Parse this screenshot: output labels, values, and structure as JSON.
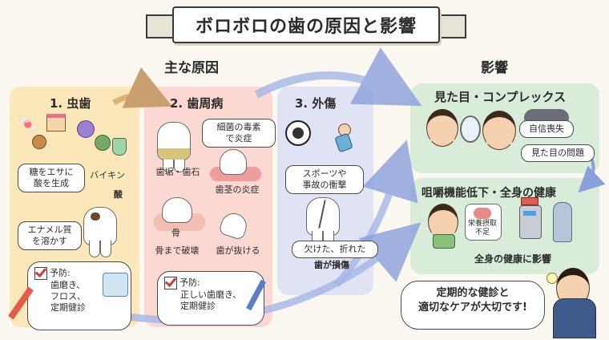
{
  "title": "ボロボロの歯の原因と影響",
  "causes_header": "主な原因",
  "effects_header": "影響",
  "causes": [
    {
      "title": "1. 虫歯",
      "bubble1": [
        "糖をエサに",
        "酸を生成"
      ],
      "bacteria_label": "バイキン",
      "acid_label": "酸",
      "bubble2": [
        "エナメル質",
        "を溶かす"
      ],
      "prevention": [
        "予防:",
        "歯磨き、",
        "フロス、",
        "定期健診"
      ]
    },
    {
      "title": "2. 歯周病",
      "bubble1": [
        "細菌の毒素",
        "で炎症"
      ],
      "plaque_label": "歯垢・歯石",
      "gum_label": "歯茎の炎症",
      "bone_label": "骨",
      "bone_destroy_label": "骨まで破壊",
      "tooth_loss_label": "歯が抜ける",
      "prevention": [
        "予防:",
        "正しい歯磨き、",
        "定期健診"
      ]
    },
    {
      "title": "3. 外傷",
      "bubble1": [
        "スポーツや",
        "事故の衝撃"
      ],
      "bubble2": "欠けた、折れた",
      "damage_label": "歯が損傷"
    }
  ],
  "effects": [
    {
      "title": "見た目・コンプレックス",
      "cloud_label": "自信喪失",
      "tag_label": "見た目の問題"
    },
    {
      "title": "咀嚼機能低下・全身の健康",
      "nutrition_label": [
        "栄養摂取",
        "不足"
      ],
      "footer_label": "全身の健康に影響"
    }
  ],
  "advice": [
    "定期的な健診と",
    "適切なケアが大切です!"
  ],
  "colors": {
    "decay": "#fbe7b9",
    "gum": "#fbd9d2",
    "trauma": "#dfe3f4",
    "effects": "#d8ecd9",
    "arrow": "#a6b6e6"
  }
}
